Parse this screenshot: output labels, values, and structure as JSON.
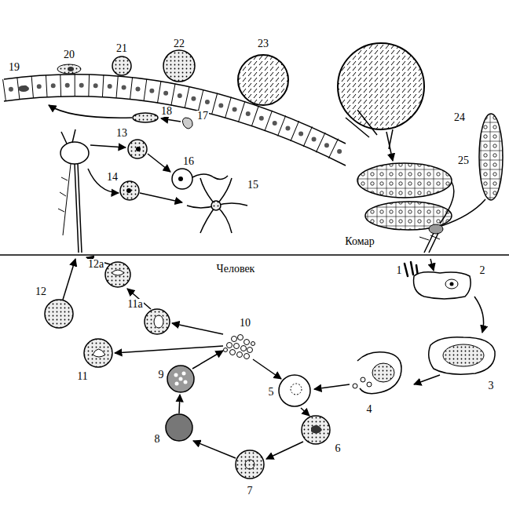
{
  "diagram": {
    "labels": [
      "19",
      "20",
      "21",
      "22",
      "23",
      "24",
      "25",
      "18",
      "17",
      "13",
      "16",
      "14",
      "15",
      "Комар",
      "Человек",
      "1",
      "2",
      "12а",
      "3",
      "12",
      "11а",
      "4",
      "10",
      "11",
      "5",
      "9",
      "6",
      "8",
      "7"
    ]
  }
}
